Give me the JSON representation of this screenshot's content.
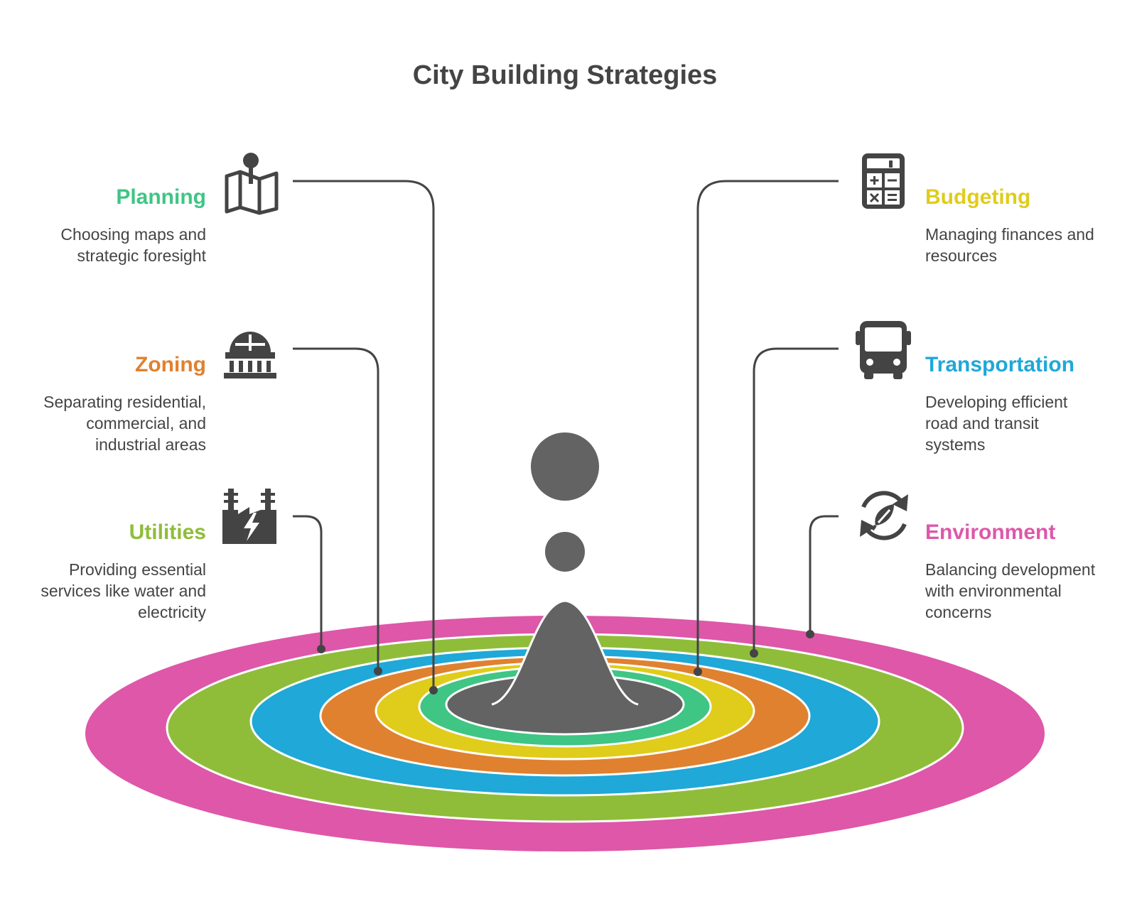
{
  "title": "City Building Strategies",
  "colors": {
    "text": "#444444",
    "core": "#636363",
    "planning": "#3fc584",
    "budgeting": "#e0cc1a",
    "zoning": "#e0812f",
    "transportation": "#1fa8d8",
    "utilities": "#8fbd3a",
    "environment": "#de57a9"
  },
  "items": [
    {
      "key": "planning",
      "label": "Planning",
      "icon": "map-icon",
      "color": "#3fc584",
      "desc": [
        "Choosing maps and",
        "strategic foresight"
      ]
    },
    {
      "key": "zoning",
      "label": "Zoning",
      "icon": "building-dome-icon",
      "color": "#e0812f",
      "desc": [
        "Separating residential,",
        "commercial, and",
        "industrial areas"
      ]
    },
    {
      "key": "utilities",
      "label": "Utilities",
      "icon": "power-plant-icon",
      "color": "#8fbd3a",
      "desc": [
        "Providing essential",
        "services like water and",
        "electricity"
      ]
    },
    {
      "key": "budgeting",
      "label": "Budgeting",
      "icon": "calculator-icon",
      "color": "#e0cc1a",
      "desc": [
        "Managing finances and",
        "resources"
      ]
    },
    {
      "key": "transportation",
      "label": "Transportation",
      "icon": "bus-icon",
      "color": "#1fa8d8",
      "desc": [
        "Developing efficient",
        "road and transit",
        "systems"
      ]
    },
    {
      "key": "environment",
      "label": "Environment",
      "icon": "recycle-leaf-icon",
      "color": "#de57a9",
      "desc": [
        "Balancing development",
        "with environmental",
        "concerns"
      ]
    }
  ]
}
